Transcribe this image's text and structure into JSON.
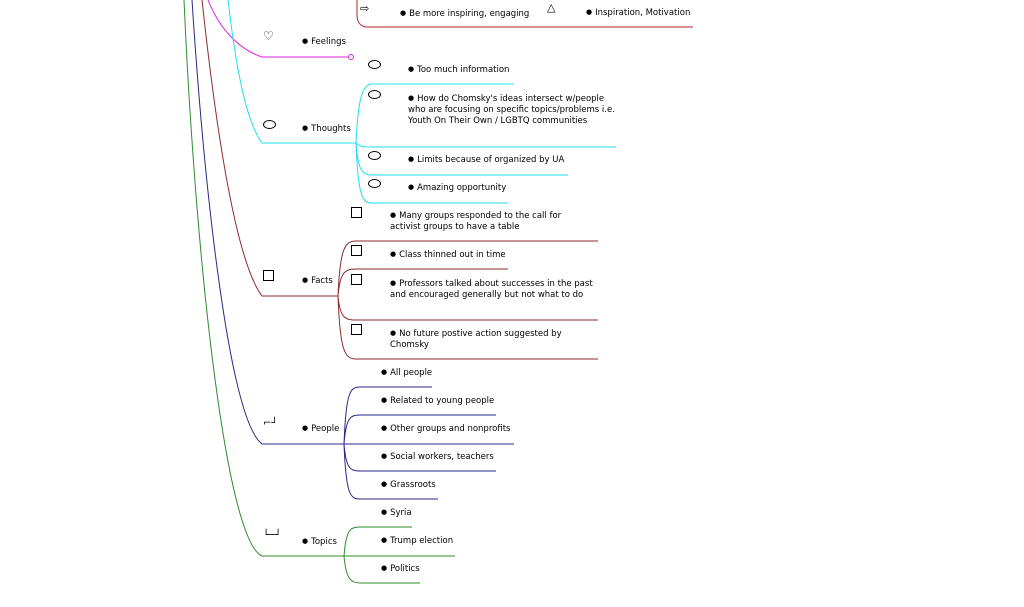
{
  "colors": {
    "feelings": "#dd22dd",
    "thoughts": "#22ddee",
    "facts": "#8b2a2a",
    "people": "#28288a",
    "topics": "#2e8b2e",
    "top": "#b22222"
  },
  "top_branch": {
    "item": "Be more inspiring, engaging",
    "item_icon": "arrow-right-icon",
    "child": "Inspiration, Motivation",
    "child_icon": "triangle-icon"
  },
  "feelings": {
    "label": "Feelings",
    "icon": "heart-icon"
  },
  "thoughts": {
    "label": "Thoughts",
    "icon": "thought-bubble-icon",
    "items": [
      "Too much information",
      "How do Chomsky's ideas intersect w/people who are focusing on specific topics/problems i.e. Youth On Their Own / LGBTQ communities",
      "Limits because of organized by UA",
      "Amazing opportunity"
    ]
  },
  "facts": {
    "label": "Facts",
    "icon": "square-icon",
    "items": [
      "Many groups responded to the call for activist groups to have a table",
      "Class thinned out in time",
      "Professors talked about successes in the past and encouraged generally but not what to do",
      "No future postive action suggested by Chomsky"
    ]
  },
  "people": {
    "label": "People",
    "icon": "people-icon",
    "items": [
      "All people",
      "Related to young people",
      "Other groups and nonprofits",
      "Social workers, teachers",
      "Grassroots"
    ]
  },
  "topics": {
    "label": "Topics",
    "icon": "tray-icon",
    "items": [
      "Syria",
      "Trump election",
      "Politics"
    ]
  }
}
